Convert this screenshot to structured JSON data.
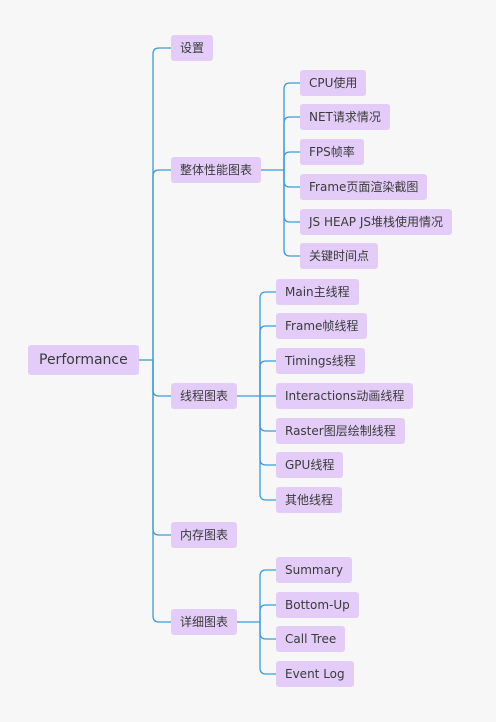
{
  "root": {
    "label": "Performance"
  },
  "branches": [
    {
      "label": "设置",
      "children": []
    },
    {
      "label": "整体性能图表",
      "children": [
        {
          "label": "CPU使用"
        },
        {
          "label": "NET请求情况"
        },
        {
          "label": "FPS帧率"
        },
        {
          "label": "Frame页面渲染截图"
        },
        {
          "label": "JS HEAP JS堆栈使用情况"
        },
        {
          "label": "关键时间点"
        }
      ]
    },
    {
      "label": "线程图表",
      "children": [
        {
          "label": "Main主线程"
        },
        {
          "label": "Frame帧线程"
        },
        {
          "label": "Timings线程"
        },
        {
          "label": "Interactions动画线程"
        },
        {
          "label": "Raster图层绘制线程"
        },
        {
          "label": "GPU线程"
        },
        {
          "label": "其他线程"
        }
      ]
    },
    {
      "label": "内存图表",
      "children": []
    },
    {
      "label": "详细图表",
      "children": [
        {
          "label": "Summary"
        },
        {
          "label": "Bottom-Up"
        },
        {
          "label": "Call Tree"
        },
        {
          "label": "Event Log"
        }
      ]
    }
  ],
  "colors": {
    "node": "#e3cdf8",
    "line": "#3b9bdb",
    "background": "#f7f7f7"
  }
}
